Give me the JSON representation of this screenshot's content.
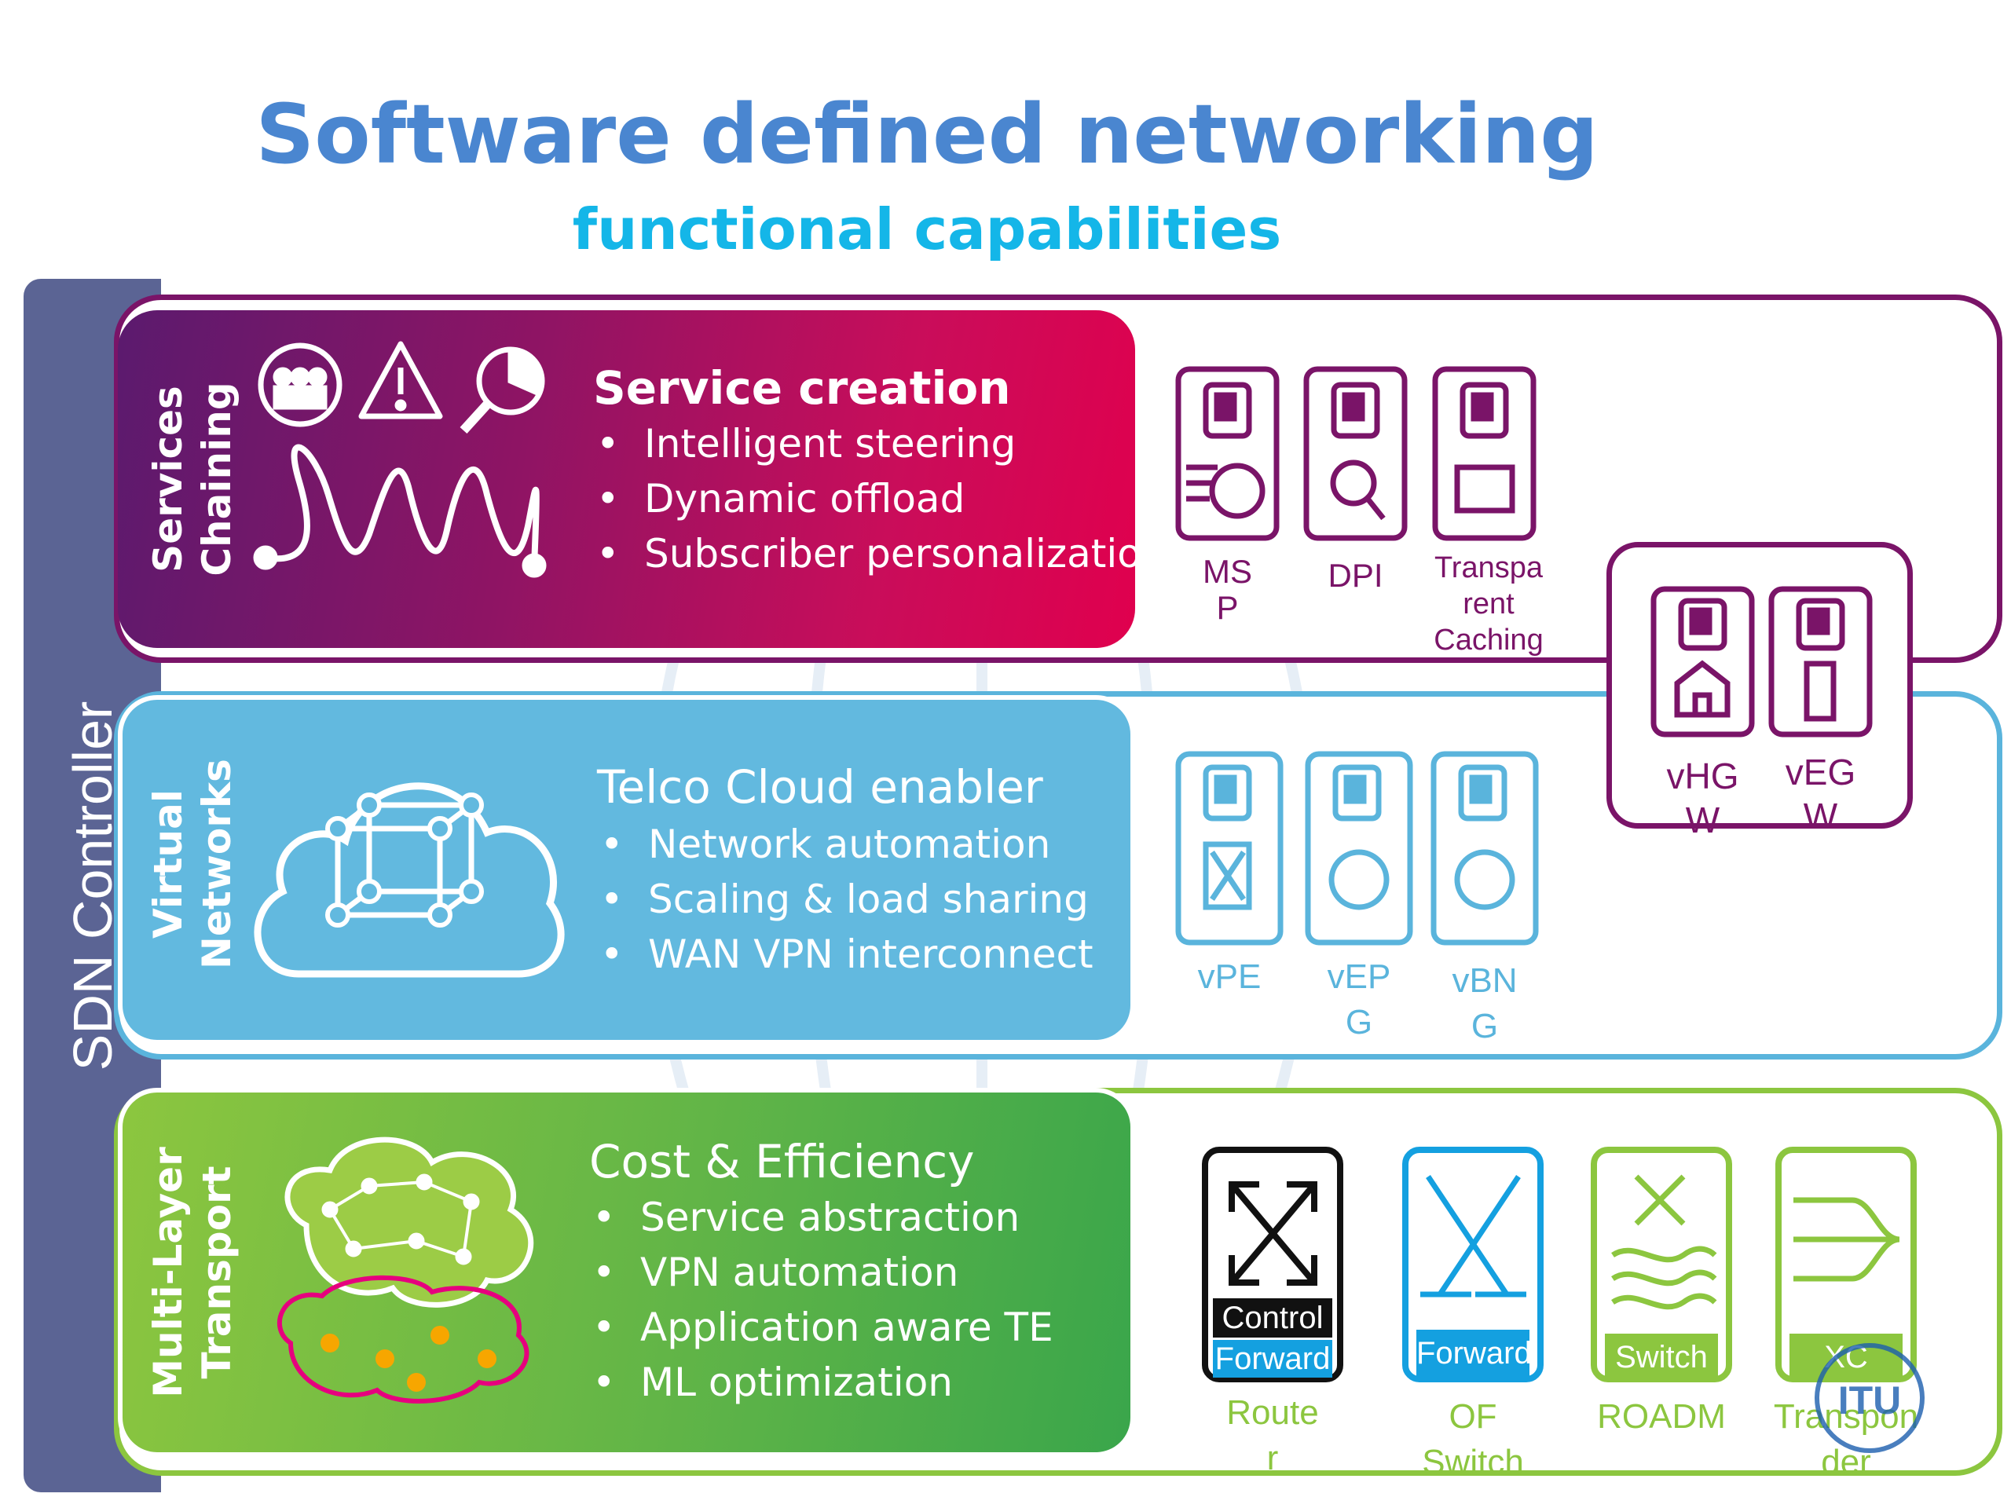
{
  "title": "Software defined networking",
  "subtitle": "functional capabilities",
  "controller": {
    "label": "SDN Controller"
  },
  "layers": {
    "services": {
      "label": "Services\nChaining",
      "heading": "Service creation",
      "bullets": [
        "Intelligent steering",
        "Dynamic offload",
        "Subscriber personalization"
      ],
      "functions": [
        "MS\nP",
        "DPI",
        "Transpa\nrent\nCaching"
      ],
      "gateways": [
        "vHG\nW",
        "vEG\nW"
      ],
      "color": "#7a1468"
    },
    "virtual": {
      "label": "Virtual\nNetworks",
      "heading": "Telco Cloud enabler",
      "bullets": [
        "Network automation",
        "Scaling & load sharing",
        "WAN VPN interconnect"
      ],
      "functions": [
        "vPE",
        "vEP\nG",
        "vBN\nG"
      ],
      "color": "#5ab4dc"
    },
    "transport": {
      "label": "Multi-Layer\nTransport",
      "heading": "Cost & Efficiency",
      "bullets": [
        "Service abstraction",
        "VPN automation",
        "Application aware TE",
        "ML optimization"
      ],
      "devices": [
        {
          "bars": [
            "Control",
            "Forward"
          ],
          "name": "Route\nr"
        },
        {
          "bars": [
            "Forward"
          ],
          "name": "OF\nSwitch"
        },
        {
          "bars": [
            "Switch"
          ],
          "name": "ROADM"
        },
        {
          "bars": [
            "XC"
          ],
          "name": "Transpon\nder"
        }
      ],
      "color": "#8cc63f"
    }
  },
  "watermark": "ITU",
  "icons": [
    "users-icon",
    "warning-icon",
    "search-chart-icon",
    "route-path-icon",
    "cloud-cube-icon",
    "network-cloud-icon",
    "globe-icon",
    "magnifier-icon",
    "film-icon",
    "house-icon",
    "building-icon",
    "cross-arrows-icon",
    "switch-icon",
    "wave-icon",
    "fan-out-icon"
  ]
}
